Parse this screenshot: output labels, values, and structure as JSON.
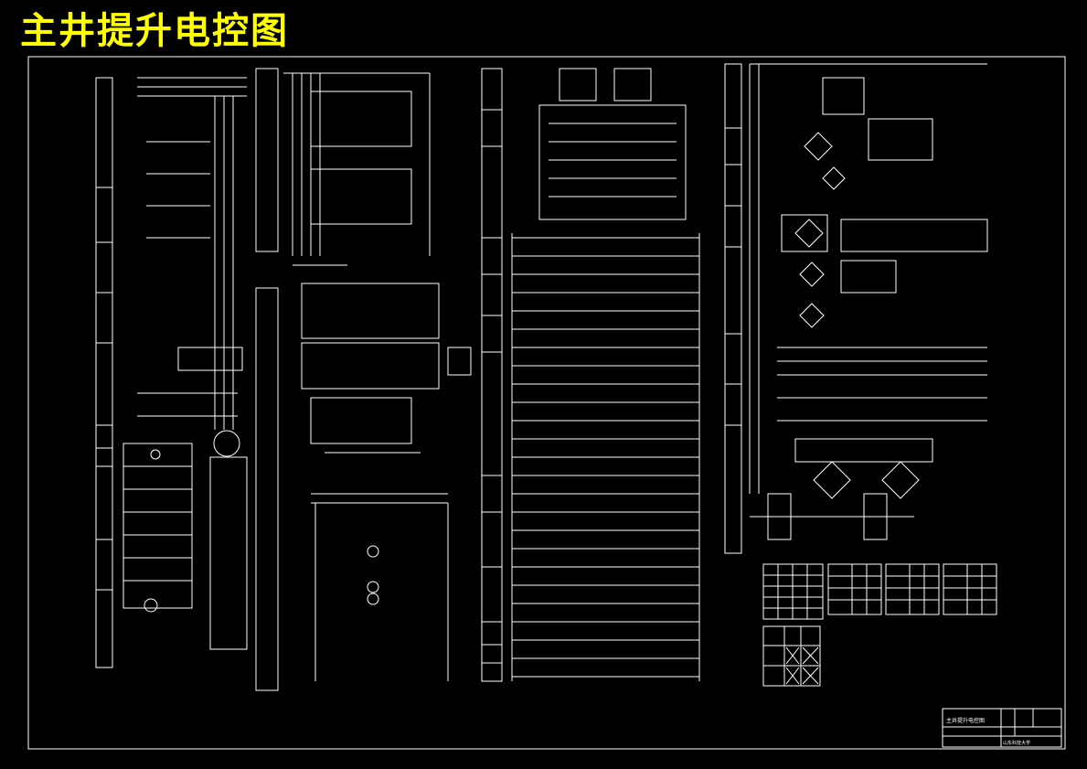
{
  "drawing": {
    "title": "主井提升电控图",
    "title_color": "#ffff00",
    "line_color": "#ffffff",
    "background_color": "#000000"
  },
  "title_block": {
    "drawing_name": "主井提升电控图",
    "institution": "山东科技大学"
  }
}
